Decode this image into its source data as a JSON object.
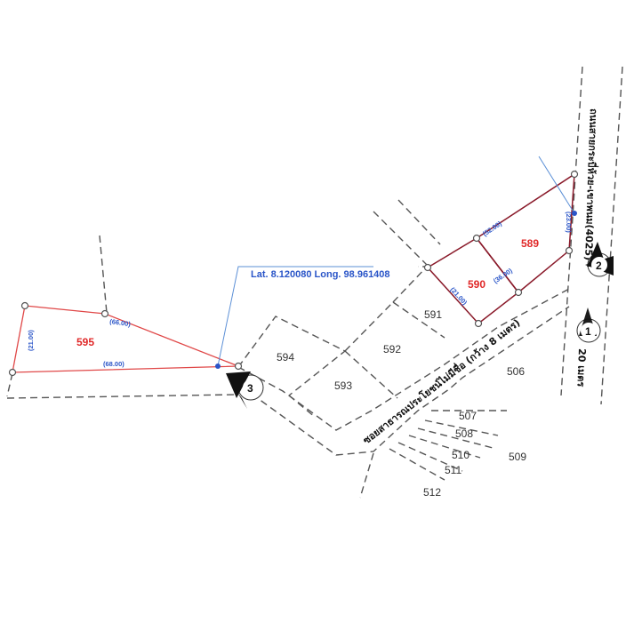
{
  "lots": [
    "594",
    "593",
    "592",
    "591",
    "506",
    "507",
    "508",
    "509",
    "510",
    "511",
    "512"
  ],
  "highlighted_lots": [
    "595",
    "590",
    "589"
  ],
  "dimensions": {
    "lot595_west": "(21.00)",
    "lot595_north": "(66.00)",
    "lot595_south": "(68.00)",
    "lot590_west": "(21.00)",
    "lot590_east": "(36.00)",
    "lot589_north": "(52.00)",
    "lot589_east": "(23.00)"
  },
  "coordinate_label": "Lat.  8.120080  Long.  98.961408",
  "roads": {
    "main_road": "ถนนสายกระบี่ห้วย-เขาพนม(4025)",
    "main_road_width": "20 เมตร",
    "soi": "ซอยสาธารณประโยชน์ไม่มีชื่อ (กว้าง 8 เมตร)"
  },
  "markers": [
    "1",
    "2",
    "3"
  ],
  "colors": {
    "highlight_outline": "#e04848",
    "highlight_label": "#e02828",
    "dimension_text": "#2a55c8",
    "coordinate_text": "#2a55c8",
    "boundary_dash": "#555555"
  },
  "icons": {
    "vertex": "open-circle-vertex-icon",
    "coordinate_pin": "blue-dot-pin-icon",
    "marker": "circle-with-arrow-icon"
  }
}
